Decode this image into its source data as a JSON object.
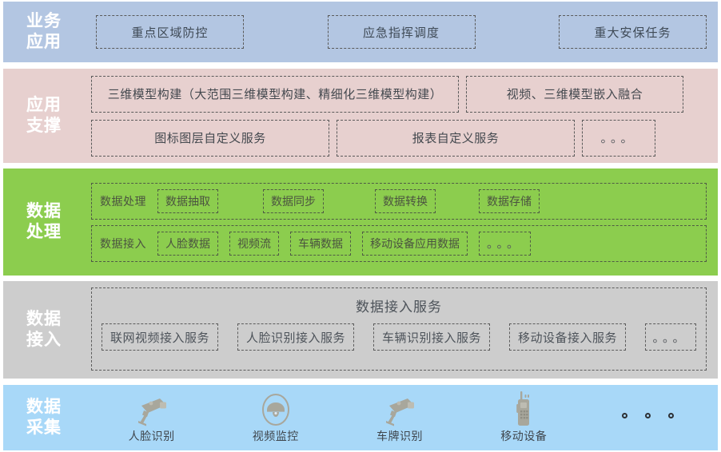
{
  "diagram": {
    "title": "智慧安防系统分层架构图",
    "type": "layered-architecture"
  },
  "colors": {
    "business_bg": "#b3c6e2",
    "app_support_bg": "#e7d0cf",
    "data_process_bg": "#8ccd4e",
    "data_access_bg": "#cdcdcd",
    "data_collect_bg": "#a8d8f8",
    "box_border": "#5a5a5a",
    "label_text": "#ffffff",
    "box_text": "#44494f"
  },
  "layers": {
    "business": {
      "label_line1": "业务",
      "label_line2": "应用",
      "boxes": [
        {
          "label": "重点区域防控"
        },
        {
          "label": "应急指挥调度"
        },
        {
          "label": "重大安保任务"
        }
      ]
    },
    "app_support": {
      "label_line1": "应用",
      "label_line2": "支撑",
      "row1": [
        {
          "label": "三维模型构建（大范围三维模型构建、精细化三维模型构建）"
        },
        {
          "label": "视频、三维模型嵌入融合"
        }
      ],
      "row2": [
        {
          "label": "图标图层自定义服务"
        },
        {
          "label": "报表自定义服务"
        },
        {
          "label": "。。。"
        }
      ]
    },
    "data_process": {
      "label_line1": "数据",
      "label_line2": "处理",
      "group1": {
        "lead": "数据处理",
        "chips": [
          "数据抽取",
          "数据同步",
          "数据转换",
          "数据存储"
        ]
      },
      "group2": {
        "lead": "数据接入",
        "chips": [
          "人脸数据",
          "视频流",
          "车辆数据",
          "移动设备应用数据",
          "。。。"
        ]
      }
    },
    "data_access": {
      "label_line1": "数据",
      "label_line2": "接入",
      "group_title": "数据接入服务",
      "chips": [
        {
          "label": "联网视频接入服务"
        },
        {
          "label": "人脸识别接入服务"
        },
        {
          "label": "车辆识别接入服务"
        },
        {
          "label": "移动设备接入服务"
        },
        {
          "label": "。。。"
        }
      ]
    },
    "data_collect": {
      "label_line1": "数据",
      "label_line2": "采集",
      "items": [
        {
          "label": "人脸识别",
          "icon": "cctv-bullet-camera-icon"
        },
        {
          "label": "视频监控",
          "icon": "dome-camera-icon"
        },
        {
          "label": "车牌识别",
          "icon": "cctv-bullet-camera-icon"
        },
        {
          "label": "移动设备",
          "icon": "walkie-talkie-icon"
        }
      ],
      "more_marker": "three-hollow-dots"
    }
  }
}
